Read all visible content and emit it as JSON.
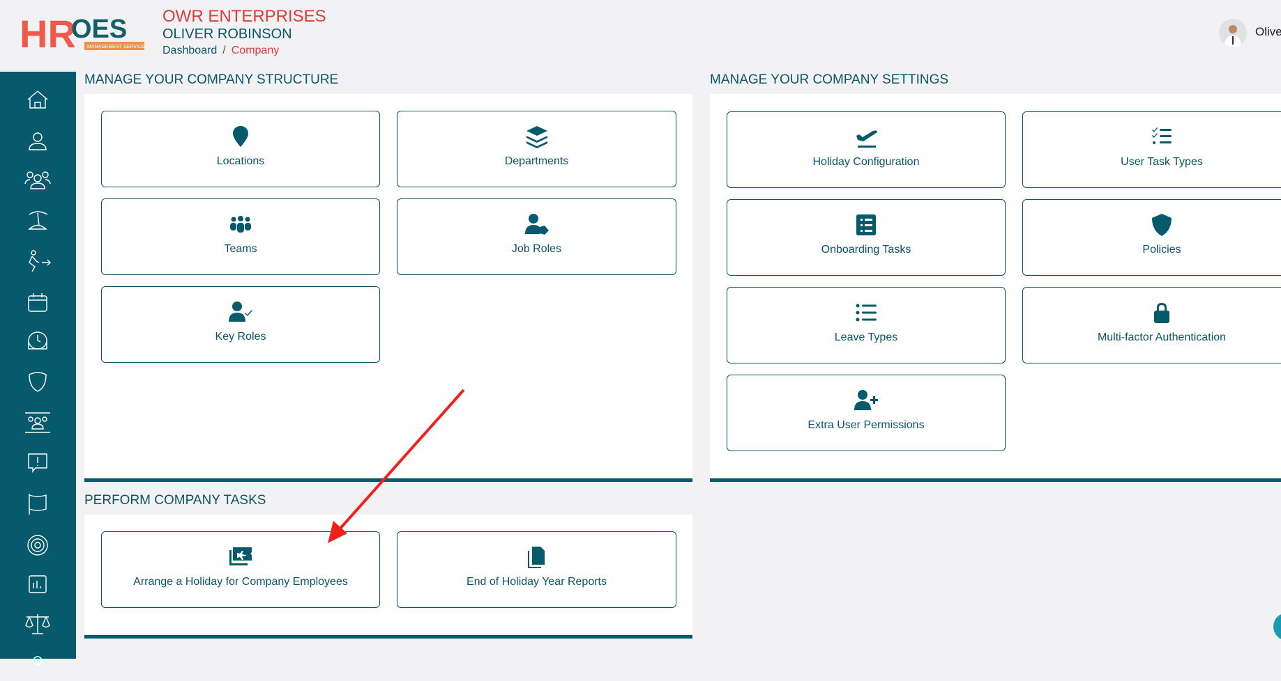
{
  "brand": {
    "logo_text": "HROES",
    "logo_sub": "MANAGEMENT SERVICES"
  },
  "header": {
    "company": "OWR ENTERPRISES",
    "user": "OLIVER ROBINSON",
    "breadcrumb": [
      "Dashboard",
      "Company"
    ],
    "user_name_partial": "Olive"
  },
  "sidebar": {
    "icons": [
      "home-icon",
      "user-icon",
      "users-icon",
      "holiday-island-icon",
      "leaver-walk-icon",
      "calendar-icon",
      "clock-icon",
      "shield-icon",
      "team-icon",
      "alert-message-icon",
      "flag-icon",
      "target-icon",
      "chart-icon",
      "scales-icon"
    ]
  },
  "structure": {
    "title": "MANAGE YOUR COMPANY STRUCTURE",
    "cards": [
      {
        "label": "Locations",
        "icon": "location-pin-icon"
      },
      {
        "label": "Departments",
        "icon": "layers-icon"
      },
      {
        "label": "Teams",
        "icon": "teams-icon"
      },
      {
        "label": "Job Roles",
        "icon": "user-tag-icon"
      },
      {
        "label": "Key Roles",
        "icon": "user-check-icon"
      }
    ]
  },
  "settings": {
    "title": "MANAGE YOUR COMPANY SETTINGS",
    "cards": [
      {
        "label": "Holiday Configuration",
        "icon": "plane-departure-icon"
      },
      {
        "label": "User Task Types",
        "icon": "list-check-icon"
      },
      {
        "label": "Onboarding Tasks",
        "icon": "clipboard-list-icon"
      },
      {
        "label": "Policies",
        "icon": "shield-icon"
      },
      {
        "label": "Leave Types",
        "icon": "list-icon"
      },
      {
        "label": "Multi-factor Authentication",
        "icon": "lock-icon"
      },
      {
        "label": "Extra User Permissions",
        "icon": "user-plus-icon"
      }
    ]
  },
  "tasks": {
    "title": "PERFORM COMPANY TASKS",
    "cards": [
      {
        "label": "Arrange a Holiday for Company Employees",
        "icon": "plane-tickets-icon"
      },
      {
        "label": "End of Holiday Year Reports",
        "icon": "copy-file-icon"
      }
    ]
  },
  "colors": {
    "primary": "#075a6c",
    "accent": "#e03a3a",
    "logo_orange": "#f0914a",
    "annotation_arrow": "#f0201a"
  }
}
